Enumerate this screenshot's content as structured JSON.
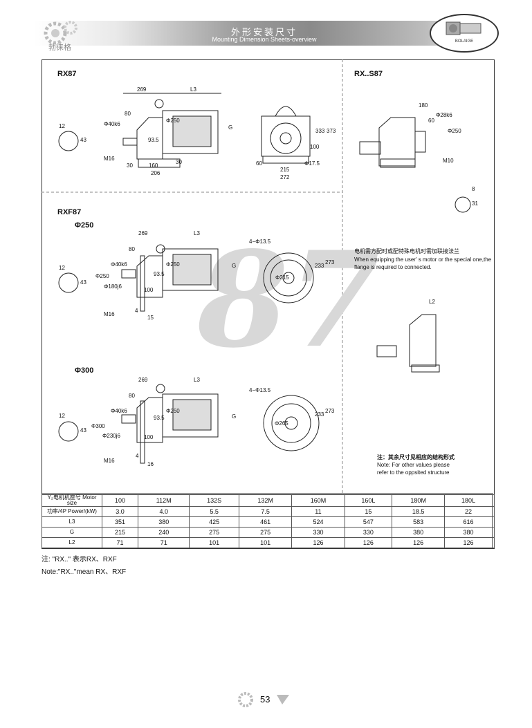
{
  "header": {
    "title_zh": "外形安装尺寸",
    "title_en": "Mounting Dimension Sheets-overview",
    "logo_text": "勃徕格",
    "brand": "BOLAIGE"
  },
  "sections": {
    "rx87": "RX87",
    "rxs87": "RX..S87",
    "rxf87": "RXF87",
    "phi250": "Φ250",
    "phi300": "Φ300"
  },
  "watermark": "87",
  "dims": {
    "d269": "269",
    "dL3": "L3",
    "d80": "80",
    "d12": "12",
    "d43": "43",
    "d40k6": "Φ40k6",
    "d250": "Φ250",
    "d935": "93.5",
    "dM16": "M16",
    "d30": "30",
    "d160": "160",
    "d206": "206",
    "d30b": "30",
    "dG": "G",
    "d60": "60",
    "d215": "215",
    "d272": "272",
    "d175": "Φ17.5",
    "d100": "100",
    "d333": "333",
    "d373": "373",
    "d180": "180",
    "d60b": "60",
    "d28k6": "Φ28k6",
    "d250s": "Φ250",
    "dM10": "M10",
    "d8": "8",
    "d31": "31",
    "d4135": "4−Φ13.5",
    "d215f": "Φ215",
    "d233": "233",
    "d273": "273",
    "d180j6": "Φ180j6",
    "d4": "4",
    "d15": "15",
    "d230j6": "Φ230j6",
    "d300": "Φ300",
    "d265": "Φ265",
    "d16": "16",
    "dL2": "L2"
  },
  "notes": {
    "motor_zh": "电机需方配时或配特殊电机时需加联接法兰",
    "motor_en": "When equipping the user' s motor or the special one,the flange is required to connected.",
    "other_zh": "注：其余尺寸见相应的结构形式",
    "other_en1": "Note: For other values please",
    "other_en2": "refer to the oppsited structure",
    "rx_zh": "注: \"RX..\" 表示RX、RXF",
    "rx_en": "Note:\"RX..\"mean RX、RXF"
  },
  "table": {
    "headers": [
      "Y₂电机机座号 Motor size",
      "功率/4P Power/(kW)",
      "L3",
      "G",
      "L2"
    ],
    "rows": [
      [
        "100",
        "112M",
        "132S",
        "132M",
        "160M",
        "160L",
        "180M",
        "180L"
      ],
      [
        "3.0",
        "4.0",
        "5.5",
        "7.5",
        "11",
        "15",
        "18.5",
        "22"
      ],
      [
        "351",
        "380",
        "425",
        "461",
        "524",
        "547",
        "583",
        "616"
      ],
      [
        "215",
        "240",
        "275",
        "275",
        "330",
        "330",
        "380",
        "380"
      ],
      [
        "71",
        "71",
        "101",
        "101",
        "126",
        "126",
        "126",
        "126"
      ]
    ]
  },
  "page_number": "53"
}
